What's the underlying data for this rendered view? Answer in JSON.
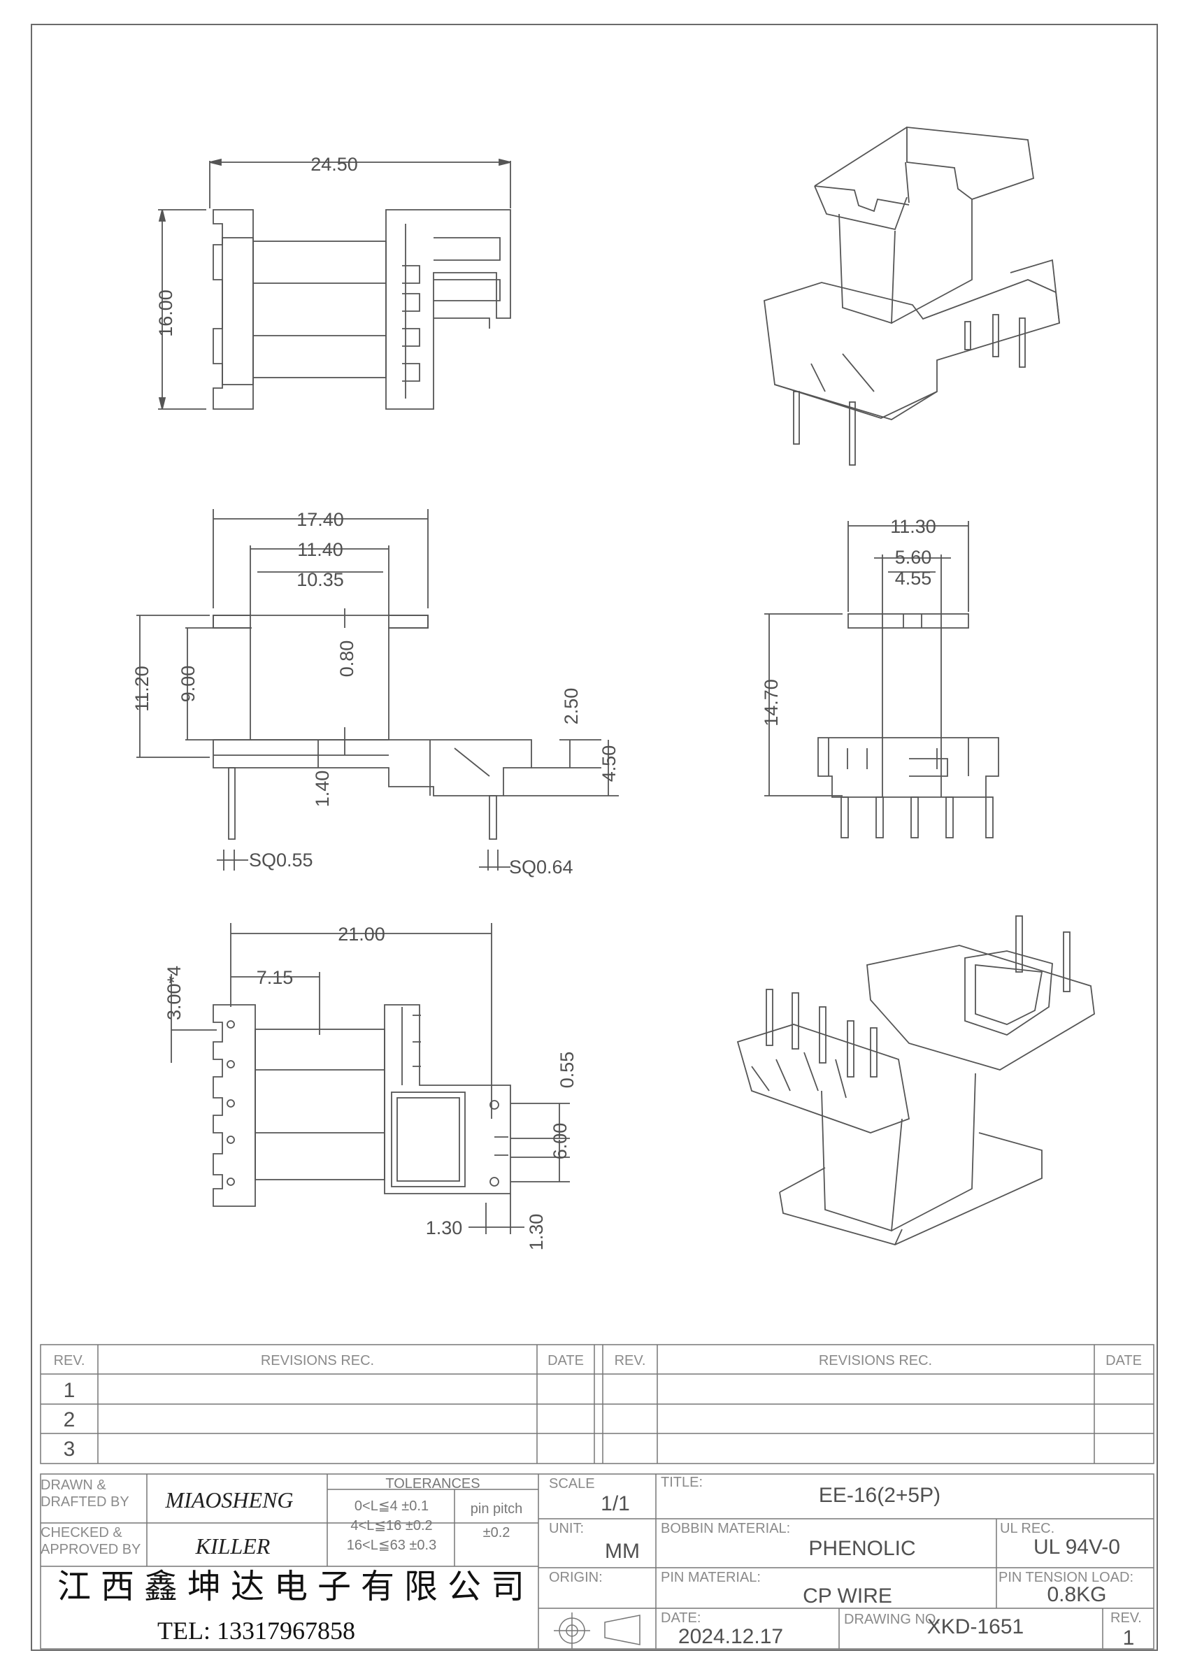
{
  "drawing": {
    "top_view": {
      "width": "24.50",
      "height": "16.00"
    },
    "front_view": {
      "w_total": "17.40",
      "w_mid": "11.40",
      "w_inner": "10.35",
      "h_total": "11.20",
      "h_inner": "9.00",
      "flange": "0.80",
      "h_base": "2.50",
      "h_pin": "4.50",
      "gap": "1.40",
      "pin1": "SQ0.55",
      "pin2": "SQ0.64"
    },
    "side_view": {
      "w_total": "11.30",
      "w_a": "5.60",
      "w_b": "4.55",
      "h_total": "14.70"
    },
    "bottom_view": {
      "width": "21.00",
      "offset": "7.15",
      "pitch": "3.00*4",
      "slot": "0.55",
      "pin_gap": "6.00",
      "d1": "1.30",
      "d2": "1.30"
    }
  },
  "revisions": {
    "headers": {
      "rev": "REV.",
      "rec": "REVISIONS   REC.",
      "date": "DATE"
    },
    "rows": [
      "1",
      "2",
      "3"
    ]
  },
  "title_block": {
    "drawn_label": "DRAWN &\nDRAFTED BY",
    "drawn_by": "MIAOSHENG",
    "checked_label": "CHECKED &\nAPPROVED BY",
    "checked_by": "KILLER",
    "tolerances_label": "TOLERANCES",
    "tol_rows": [
      "0<L≦4   ±0.1",
      "4<L≦16  ±0.2",
      "16<L≦63  ±0.3"
    ],
    "pin_pitch_label": "pin pitch",
    "pin_pitch_tol": "±0.2",
    "scale_label": "SCALE",
    "scale": "1/1",
    "unit_label": "UNIT:",
    "unit": "MM",
    "origin_label": "ORIGIN:",
    "title_label": "TITLE:",
    "title": "EE-16(2+5P)",
    "bobbin_label": "BOBBIN MATERIAL:",
    "bobbin": "PHENOLIC",
    "ul_label": "UL REC.",
    "ul": "UL 94V-0",
    "pin_mat_label": "PIN MATERIAL:",
    "pin_mat": "CP   WIRE",
    "tension_label": "PIN TENSION LOAD:",
    "tension": "0.8KG",
    "date_label": "DATE:",
    "date": "2024.12.17",
    "dwg_label": "DRAWING NO.",
    "dwg": "XKD-1651",
    "rev_label": "REV.",
    "rev": "1",
    "company": "江西鑫坤达电子有限公司",
    "tel": "TEL: 13317967858"
  }
}
